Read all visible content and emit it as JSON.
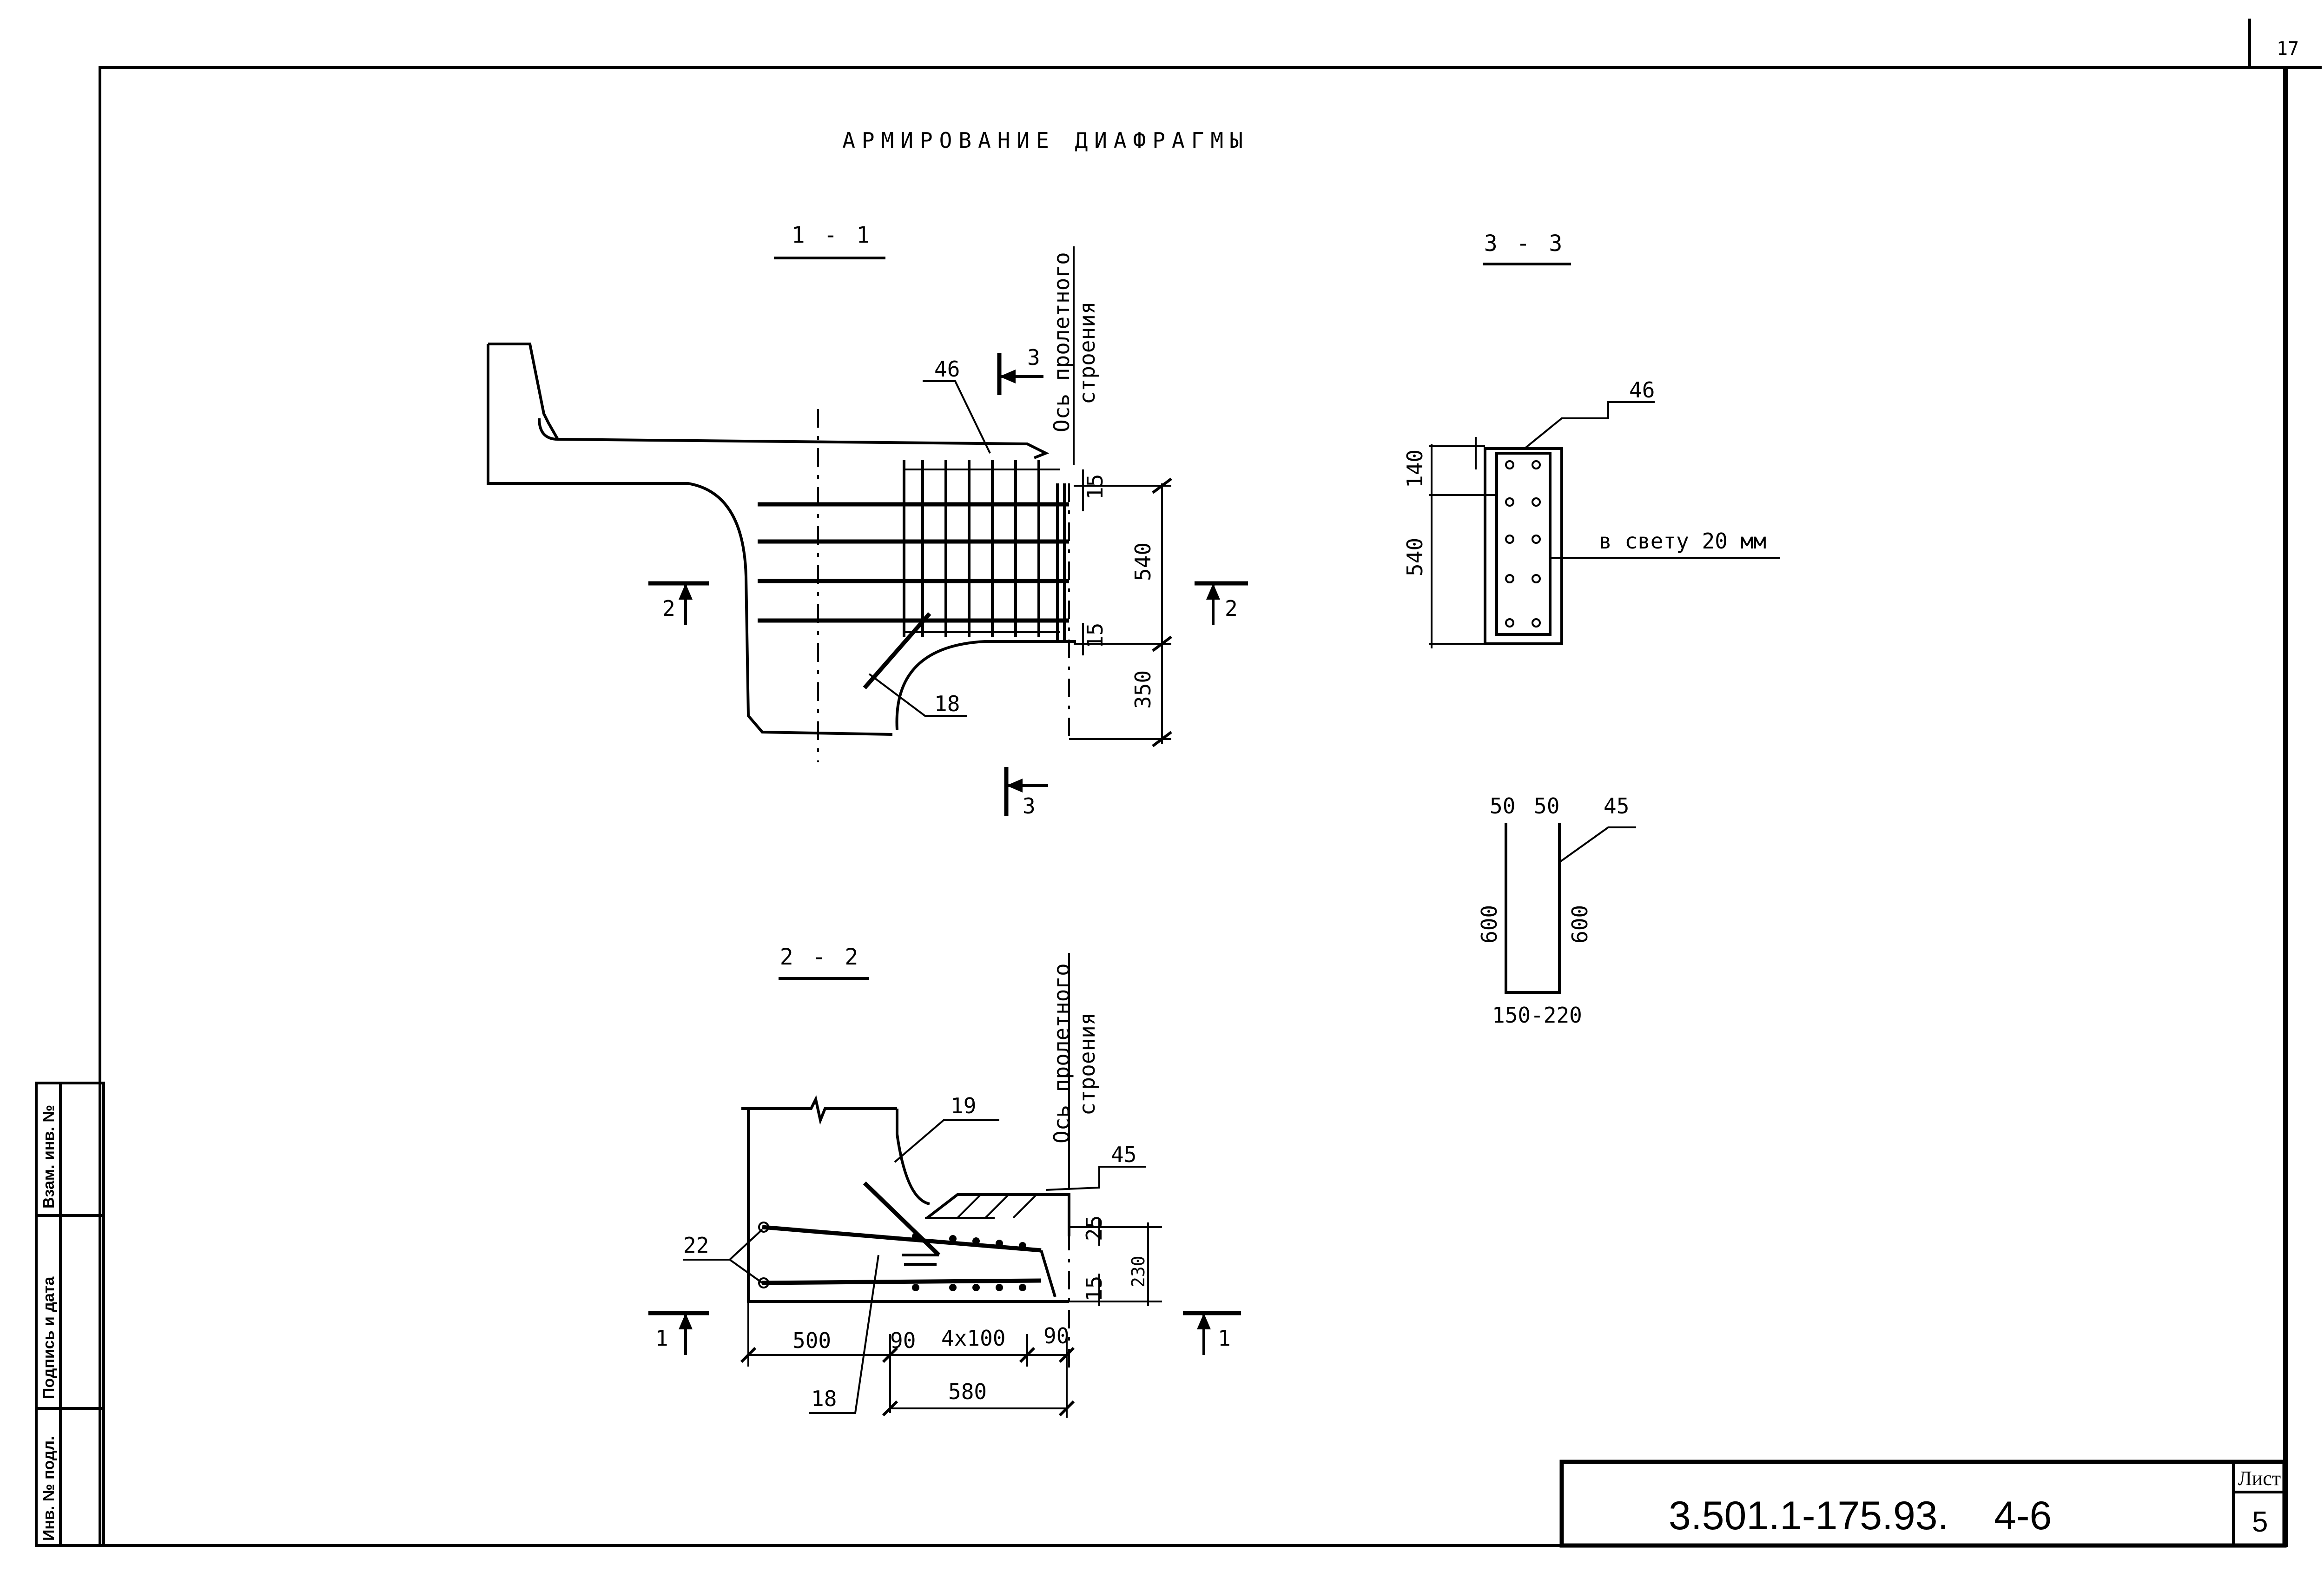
{
  "sheet_corner_number": "17",
  "title": "АРМИРОВАНИЕ ДИАФРАГМЫ",
  "sections": {
    "s11": "1 - 1",
    "s33": "3 - 3",
    "s22": "2 - 2"
  },
  "axis_label": {
    "line1": "Ось пролетного",
    "line2": "строения"
  },
  "section_1_1": {
    "marks": {
      "m46": "46",
      "m18": "18"
    },
    "cut_marks": {
      "top": "3",
      "bottom": "3",
      "left": "2",
      "right": "2"
    },
    "dims": {
      "d15a": "15",
      "d540": "540",
      "d15b": "15",
      "d350": "350"
    }
  },
  "section_3_3": {
    "mark": "46",
    "dims": {
      "d140": "140",
      "d540": "540"
    },
    "note": "в свету 20 мм"
  },
  "detail_45": {
    "mark": "45",
    "dims": {
      "top_left": "50",
      "top_right": "50",
      "left": "600",
      "right": "600",
      "bottom": "150-220"
    }
  },
  "section_2_2": {
    "marks": {
      "m19": "19",
      "m45": "45",
      "m22": "22",
      "m18": "18"
    },
    "cut_marks": {
      "left": "1",
      "right": "1"
    },
    "dims": {
      "d25": "25",
      "d230": "230",
      "d15": "15",
      "d500": "500",
      "d90a": "90",
      "d4x100": "4x100",
      "d90b": "90",
      "d580": "580"
    }
  },
  "side_stamp": {
    "col1": "Инв. № подл.",
    "col2": "Подпись и дата",
    "col3": "Взам. инв. №"
  },
  "title_block": {
    "code": "3.501.1-175.93.",
    "part": "4-6",
    "sheet_label": "Лист",
    "sheet_no": "5"
  }
}
